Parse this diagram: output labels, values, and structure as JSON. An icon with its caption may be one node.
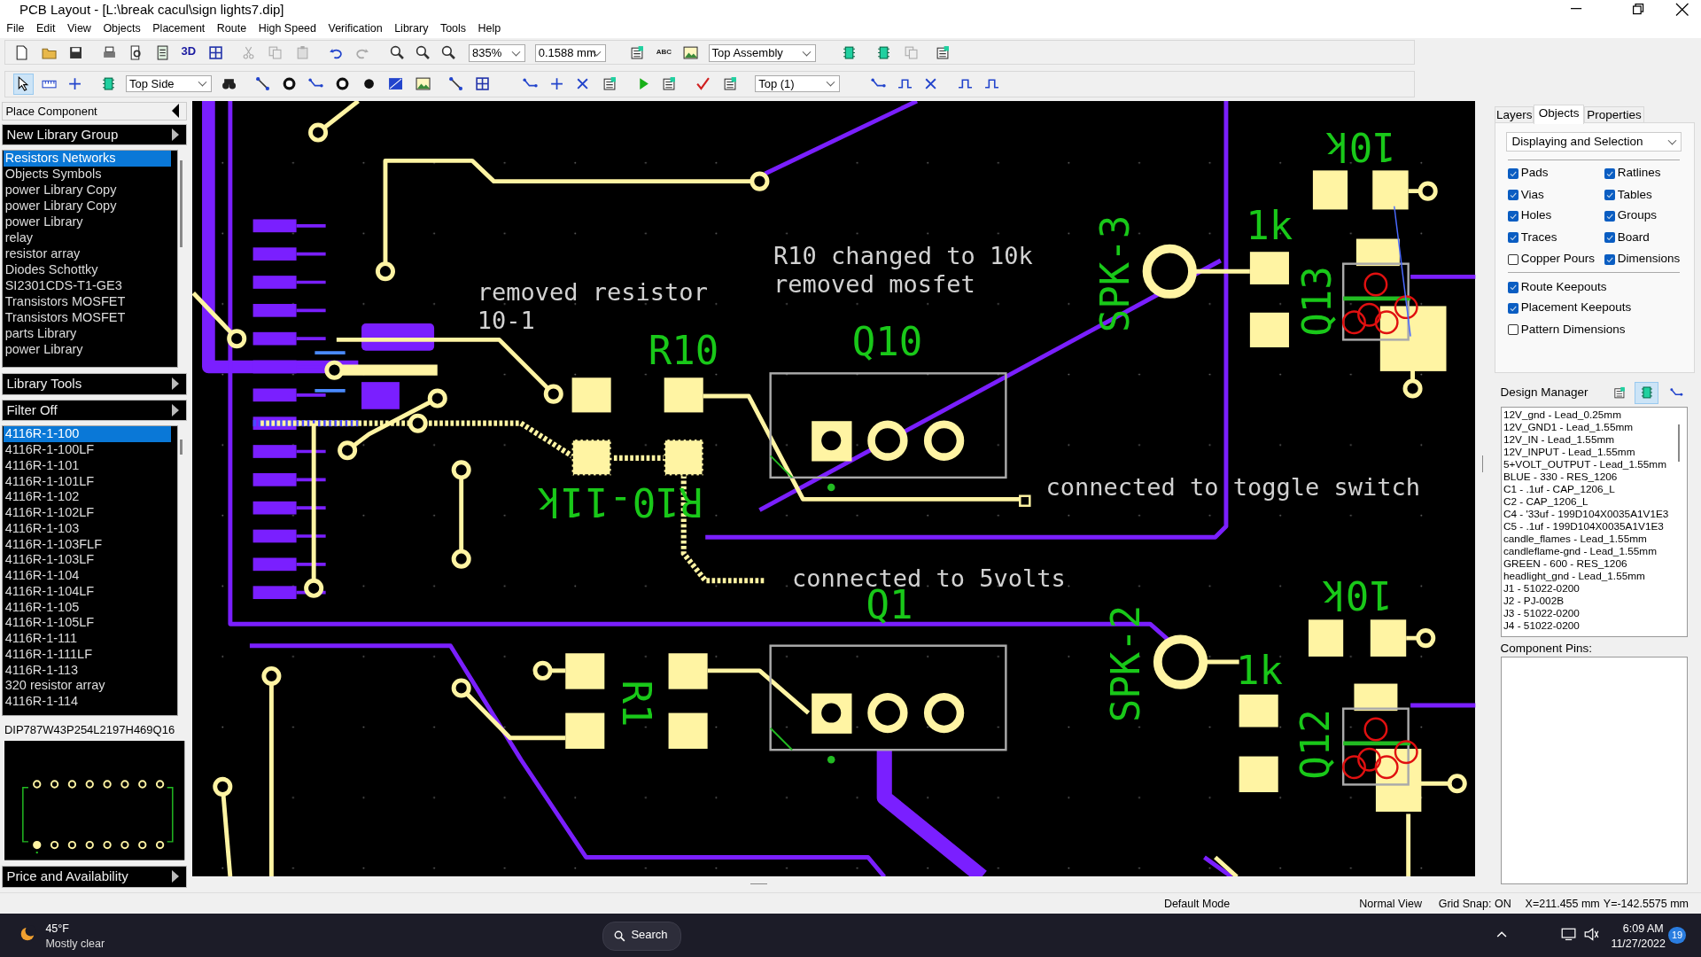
{
  "diagram": {
    "title": "PCB Layout - [L:\\break cacul\\sign lights7.dip]",
    "nodes": [
      {
        "text": [
          "12V_gnd - Lead_0.25mm",
          "12V_GND1 - Lead_1.55mm",
          "12V_IN - Lead_1.55mm",
          "12V_INPUT - Lead_1.55mm",
          "5+VOLT_OUTPUT - Lead_1.55mm",
          "BLUE - 330 - RES_1206",
          "C1 - .1uf - CAP_1206_L",
          "C2 - CAP_1206_L",
          "C4 - '33uf - 199D104X0035A1V1E3",
          "C5 - .1uf - 199D104X0035A1V1E3",
          "candle_flames - Lead_1.55mm",
          "candleflame-gnd - Lead_1.55mm",
          "GREEN - 600 - RES_1206",
          "headlight_gnd - Lead_1.55mm",
          "J1 - 51022-0200",
          "J2 - PJ-002B",
          "J3 - 51022-0200",
          "J4 - 51022-0200"
        ]
      },
      {
        "text": [
          "Component Pins:"
        ]
      }
    ],
    "labels": [
      "File",
      "Edit",
      "View",
      "Objects",
      "Placement",
      "Route",
      "High Speed",
      "Verification",
      "Library",
      "Tools",
      "Help",
      "3D",
      "835%",
      "0.1588 mm",
      "ABC",
      "Top Assembly",
      "Top Side",
      "Top (1)",
      "Place Component",
      "New Library Group",
      "Resistors Networks",
      "Objects Symbols",
      "power Library Copy",
      "power Library Copy",
      "power Library",
      "relay",
      "resistor array",
      "Diodes Schottky",
      "SI2301CDS-T1-GE3",
      "Transistors MOSFET",
      "Transistors MOSFET",
      "parts Library",
      "power Library",
      "Library Tools",
      "Filter Off",
      "4116R-1-100",
      "4116R-1-100LF",
      "4116R-1-101",
      "4116R-1-101LF",
      "4116R-1-102",
      "4116R-1-102LF",
      "4116R-1-103",
      "4116R-1-103FLF",
      "4116R-1-103LF",
      "4116R-1-104",
      "4116R-1-104LF",
      "4116R-1-105",
      "4116R-1-105LF",
      "4116R-1-111",
      "4116R-1-111LF",
      "4116R-1-113",
      "320 resistor array",
      "4116R-1-114",
      "DIP787W43P254L2197H469Q16",
      "Price and Availability",
      "removed resistor 10-1",
      "R10 changed to 10k removed mosfet",
      "R10",
      "Q10",
      "1k",
      "R10-1",
      "connected to toggle switch",
      "connected to 5volts",
      "Q1",
      "R1",
      "SPK-3",
      "10k",
      "1k",
      "Q13",
      "SPK-2",
      "10k",
      "1k",
      "Q12",
      "Layers",
      "Objects",
      "Properties",
      "Displaying and Selection",
      "Pads",
      "Ratlines",
      "Vias",
      "Tables",
      "Holes",
      "Groups",
      "Traces",
      "Board",
      "Copper Pours",
      "Dimensions",
      "Route Keepouts",
      "Placement Keepouts",
      "Pattern Dimensions",
      "Design Manager",
      "Default Mode",
      "Normal View",
      "Grid Snap: ON",
      "X=211.455 mm",
      "Y=-142.5575 mm",
      "45°F",
      "Mostly clear",
      "Search",
      "6:09 AM",
      "11/27/2022",
      "19"
    ]
  }
}
